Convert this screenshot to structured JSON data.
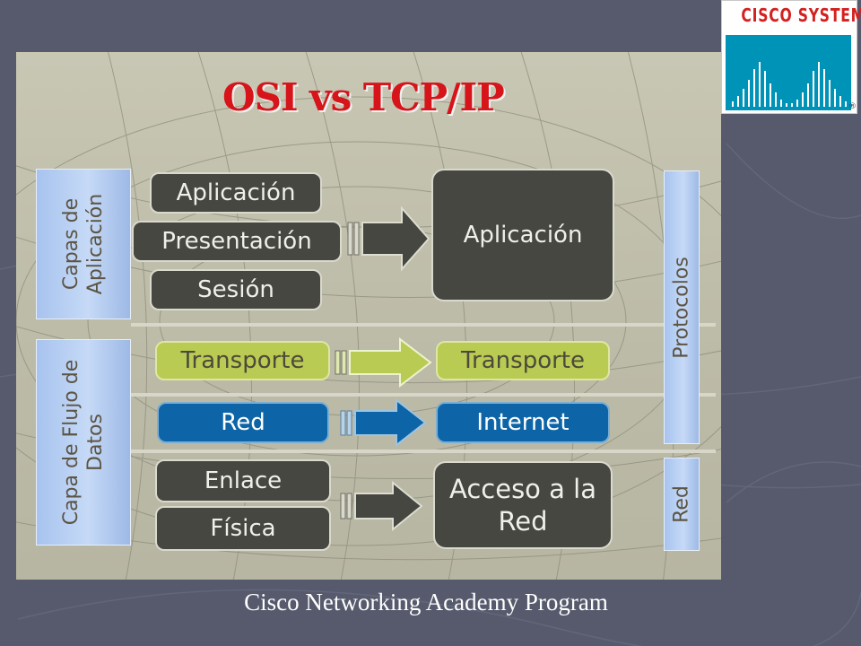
{
  "title": "OSI vs TCP/IP",
  "footer": "Cisco Networking Academy Program",
  "logo": {
    "text": "CISCO SYSTEMS",
    "registered": "®"
  },
  "side_labels": {
    "application_group": [
      "Capas de",
      "Aplicación"
    ],
    "dataflow_group": [
      "Capa de Flujo de",
      "Datos"
    ],
    "protocols": "Protocolos",
    "network": "Red"
  },
  "osi_layers": {
    "application": "Aplicación",
    "presentation": "Presentación",
    "session": "Sesión",
    "transport": "Transporte",
    "network": "Red",
    "datalink": "Enlace",
    "physical": "Física"
  },
  "tcpip_layers": {
    "application": "Aplicación",
    "transport": "Transporte",
    "internet": "Internet",
    "network_access": "Acceso a la Red"
  },
  "colors": {
    "title": "#d6141a",
    "dark_layer": "#474741",
    "transport_layer": "#b9cb52",
    "network_layer": "#0d65a7",
    "side_label": "#b4cdf2",
    "cisco_red": "#d4201f",
    "cisco_blue": "#0093b8"
  }
}
